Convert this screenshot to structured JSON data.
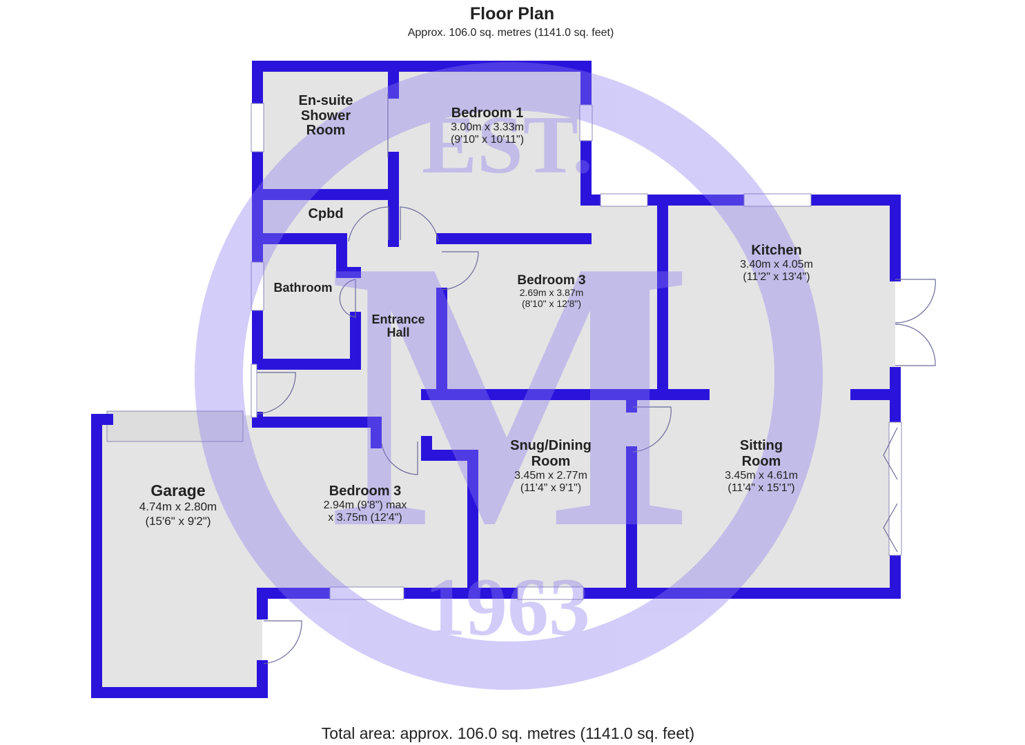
{
  "header": {
    "title": "Floor Plan",
    "subtitle": "Approx. 106.0 sq. metres (1141.0 sq. feet)"
  },
  "footer": {
    "total_area": "Total area: approx. 106.0 sq. metres (1141.0 sq. feet)"
  },
  "watermark": {
    "letter": "M",
    "top_text": "EST.",
    "bottom_text": "1963",
    "color": "#8c7cf0"
  },
  "colors": {
    "wall": "#2a14dc",
    "floor": "#e4e4e4"
  },
  "rooms": {
    "ensuite": {
      "name_lines": [
        "En-suite",
        "Shower",
        "Room"
      ]
    },
    "bedroom1": {
      "name": "Bedroom 1",
      "metric": "3.00m x 3.33m",
      "imperial": "(9'10\" x 10'11\")"
    },
    "cpbd": {
      "name": "Cpbd"
    },
    "bathroom": {
      "name": "Bathroom"
    },
    "entrance_hall": {
      "name_lines": [
        "Entrance",
        "Hall"
      ]
    },
    "bedroom3_upper": {
      "name": "Bedroom 3",
      "metric": "2.69m x 3.87m",
      "imperial": "(8'10\" x 12'8\")"
    },
    "kitchen": {
      "name": "Kitchen",
      "metric": "3.40m x 4.05m",
      "imperial": "(11'2\" x 13'4\")"
    },
    "snug": {
      "name_lines": [
        "Snug/Dining",
        "Room"
      ],
      "metric": "3.45m x 2.77m",
      "imperial": "(11'4\" x 9'1\")"
    },
    "sitting": {
      "name_lines": [
        "Sitting",
        "Room"
      ],
      "metric": "3.45m x 4.61m",
      "imperial": "(11'4\" x 15'1\")"
    },
    "bedroom3_lower": {
      "name": "Bedroom 3",
      "line1": "2.94m (9'8\") max",
      "line2": "x 3.75m (12'4\")"
    },
    "garage": {
      "name": "Garage",
      "metric": "4.74m x 2.80m",
      "imperial": "(15'6\" x 9'2\")"
    }
  }
}
